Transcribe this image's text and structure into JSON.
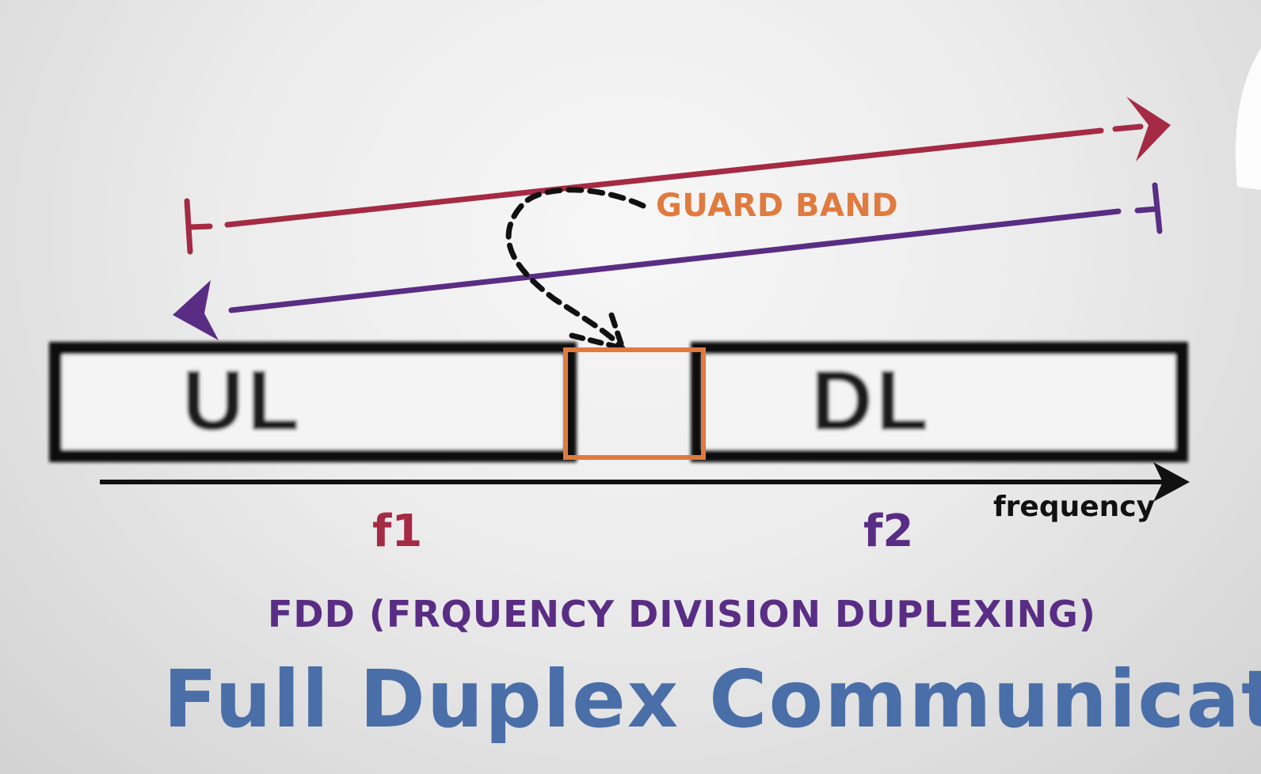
{
  "diagram": {
    "guard_band_label": "GUARD BAND",
    "uplink_label": "UL",
    "downlink_label": "DL",
    "axis_label": "frequency",
    "f1_label": "f1",
    "f2_label": "f2",
    "subtitle": "FDD (FRQUENCY DIVISION DUPLEXING)",
    "title": "Full Duplex Communication"
  },
  "colors": {
    "uplink_arrow": "#a52a44",
    "downlink_arrow": "#5a2d84",
    "guard_band": "#e07a3e",
    "box_outline": "#111111",
    "title": "#4a6ea8"
  }
}
